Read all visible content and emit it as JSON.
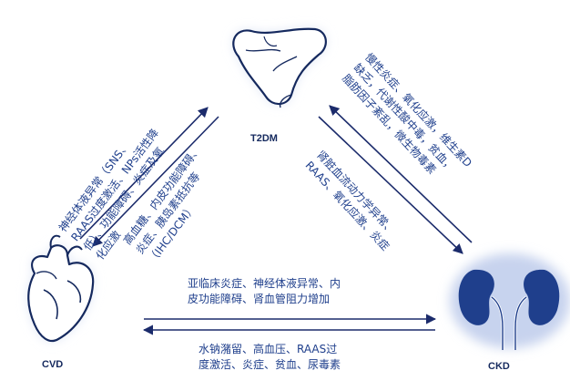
{
  "nodes": {
    "t2dm": "T2DM",
    "cvd": "CVD",
    "ckd": "CKD"
  },
  "colors": {
    "text": "#1f3f8c",
    "arrow": "#1b2b6b",
    "organ_line": "#15295e",
    "organ_fill": "#ffffff",
    "kidney_fill": "#1f3f8c",
    "glow": "#c7d3ee"
  },
  "edges": {
    "cvd_to_t2dm": [
      "神经体液异常（SNS、",
      "RAAS过度激活、NPs活性降",
      "低）、功能障碍、炎症及氧",
      "化应激"
    ],
    "t2dm_to_cvd": [
      "高血糖、内皮功能障碍、",
      "炎症、胰岛素抵抗等",
      "（IHC/DCM）"
    ],
    "ckd_to_t2dm": [
      "慢性炎症、氧化应激，维生素D",
      "缺乏，代谢性酸中毒，贫血，",
      "脂肪因子紊乱，微生物毒素"
    ],
    "t2dm_to_ckd": [
      "肾脏血流动力学异常、",
      "RAAS、氧化应激、炎症"
    ],
    "cvd_to_ckd": [
      "亚临床炎症、神经体液异常、内",
      "皮功能障碍、肾血管阻力增加"
    ],
    "ckd_to_cvd": [
      "水钠潴留、高血压、RAAS过",
      "度激活、炎症、贫血、尿毒素"
    ]
  }
}
